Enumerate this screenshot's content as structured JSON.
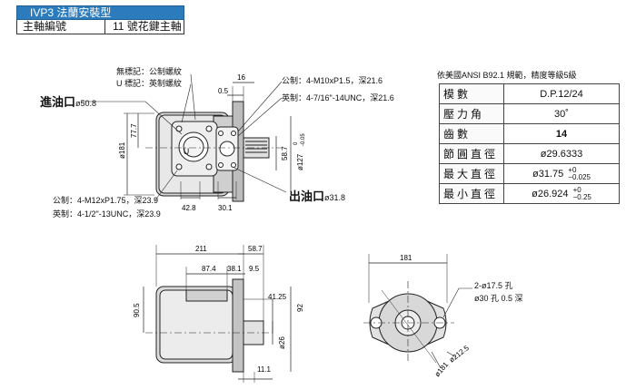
{
  "header": {
    "title": "IVP3 法蘭安裝型",
    "shaft_label": "主軸編號",
    "shaft_value": "11 號花鍵主軸"
  },
  "labels": {
    "no_mark": "無標記：公制螺紋",
    "u_mark": "U 標記：英制螺紋",
    "inlet": "進油口",
    "inlet_size": "ø50.8",
    "outlet": "出油口",
    "outlet_size": "ø31.8",
    "metric_top": "公制：4-M10xP1.5，深21.6",
    "imperial_top": "英制：4-7/16\"-14UNC，深21.6",
    "metric_bottom": "公制：4-M12xP1.75，深23.9",
    "imperial_bottom": "英制：4-1/2\"-13UNC，深23.9",
    "holes": "2-ø17.5 孔",
    "counterbore": "ø30 孔 0.5 深"
  },
  "dims": {
    "d16": "16",
    "d05": "0.5",
    "d181": "ø181",
    "d777": "77.7",
    "d587": "58.7",
    "d127": "ø127",
    "tol127_up": "0",
    "tol127_dn": "-0.05",
    "d428": "42.8",
    "d301": "30.1",
    "d211": "211",
    "d587b": "58.7",
    "d874": "87.4",
    "d381": "38.1",
    "d95": "9.5",
    "d905": "90.5",
    "d4125": "41.25",
    "d92": "92",
    "d26": "ø26",
    "d111": "11.1",
    "d181top": "181",
    "d2125": "ø212.5",
    "d181c": "ø181"
  },
  "spec": {
    "caption": "依美國ANSI  B92.1 規範，精度等級5級",
    "rows": [
      {
        "key": "模數",
        "value": "D.P.12/24"
      },
      {
        "key": "壓力角",
        "value": "30˚"
      },
      {
        "key": "齒數",
        "value": "14"
      },
      {
        "key": "節圓直徑",
        "value": "ø29.6333"
      },
      {
        "key": "最大直徑",
        "value": "ø31.75",
        "tol_up": "+0",
        "tol_dn": "−0.025"
      },
      {
        "key": "最小直徑",
        "value": "ø26.924",
        "tol_up": "+0",
        "tol_dn": "−0.25"
      }
    ]
  }
}
